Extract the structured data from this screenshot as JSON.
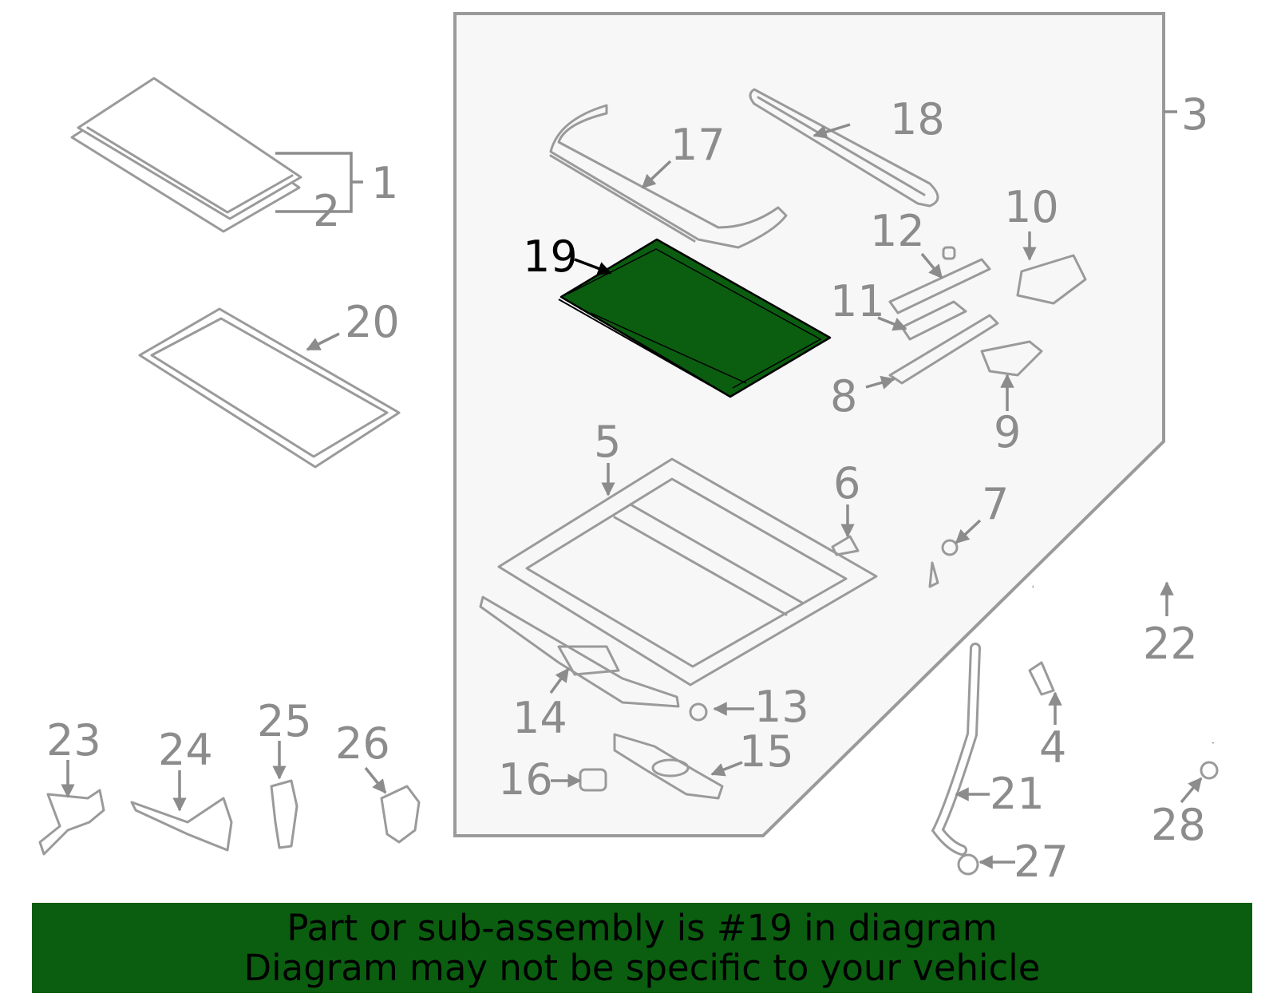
{
  "diagram": {
    "highlighted_part": "19",
    "highlight_color": "#0b5e10",
    "line_color": "#9a9a9a",
    "callouts": {
      "c1": "1",
      "c2": "2",
      "c3": "3",
      "c4": "4",
      "c5": "5",
      "c6": "6",
      "c7": "7",
      "c8": "8",
      "c9": "9",
      "c10": "10",
      "c11": "11",
      "c12": "12",
      "c13": "13",
      "c14": "14",
      "c15": "15",
      "c16": "16",
      "c17": "17",
      "c18": "18",
      "c19": "19",
      "c20": "20",
      "c21": "21",
      "c22": "22",
      "c23": "23",
      "c24": "24",
      "c25": "25",
      "c26": "26",
      "c27": "27",
      "c28": "28"
    }
  },
  "banner": {
    "line1": "Part or sub-assembly is #19 in diagram",
    "line2": "Diagram may not be specific to your vehicle",
    "background": "#0b5e10"
  }
}
